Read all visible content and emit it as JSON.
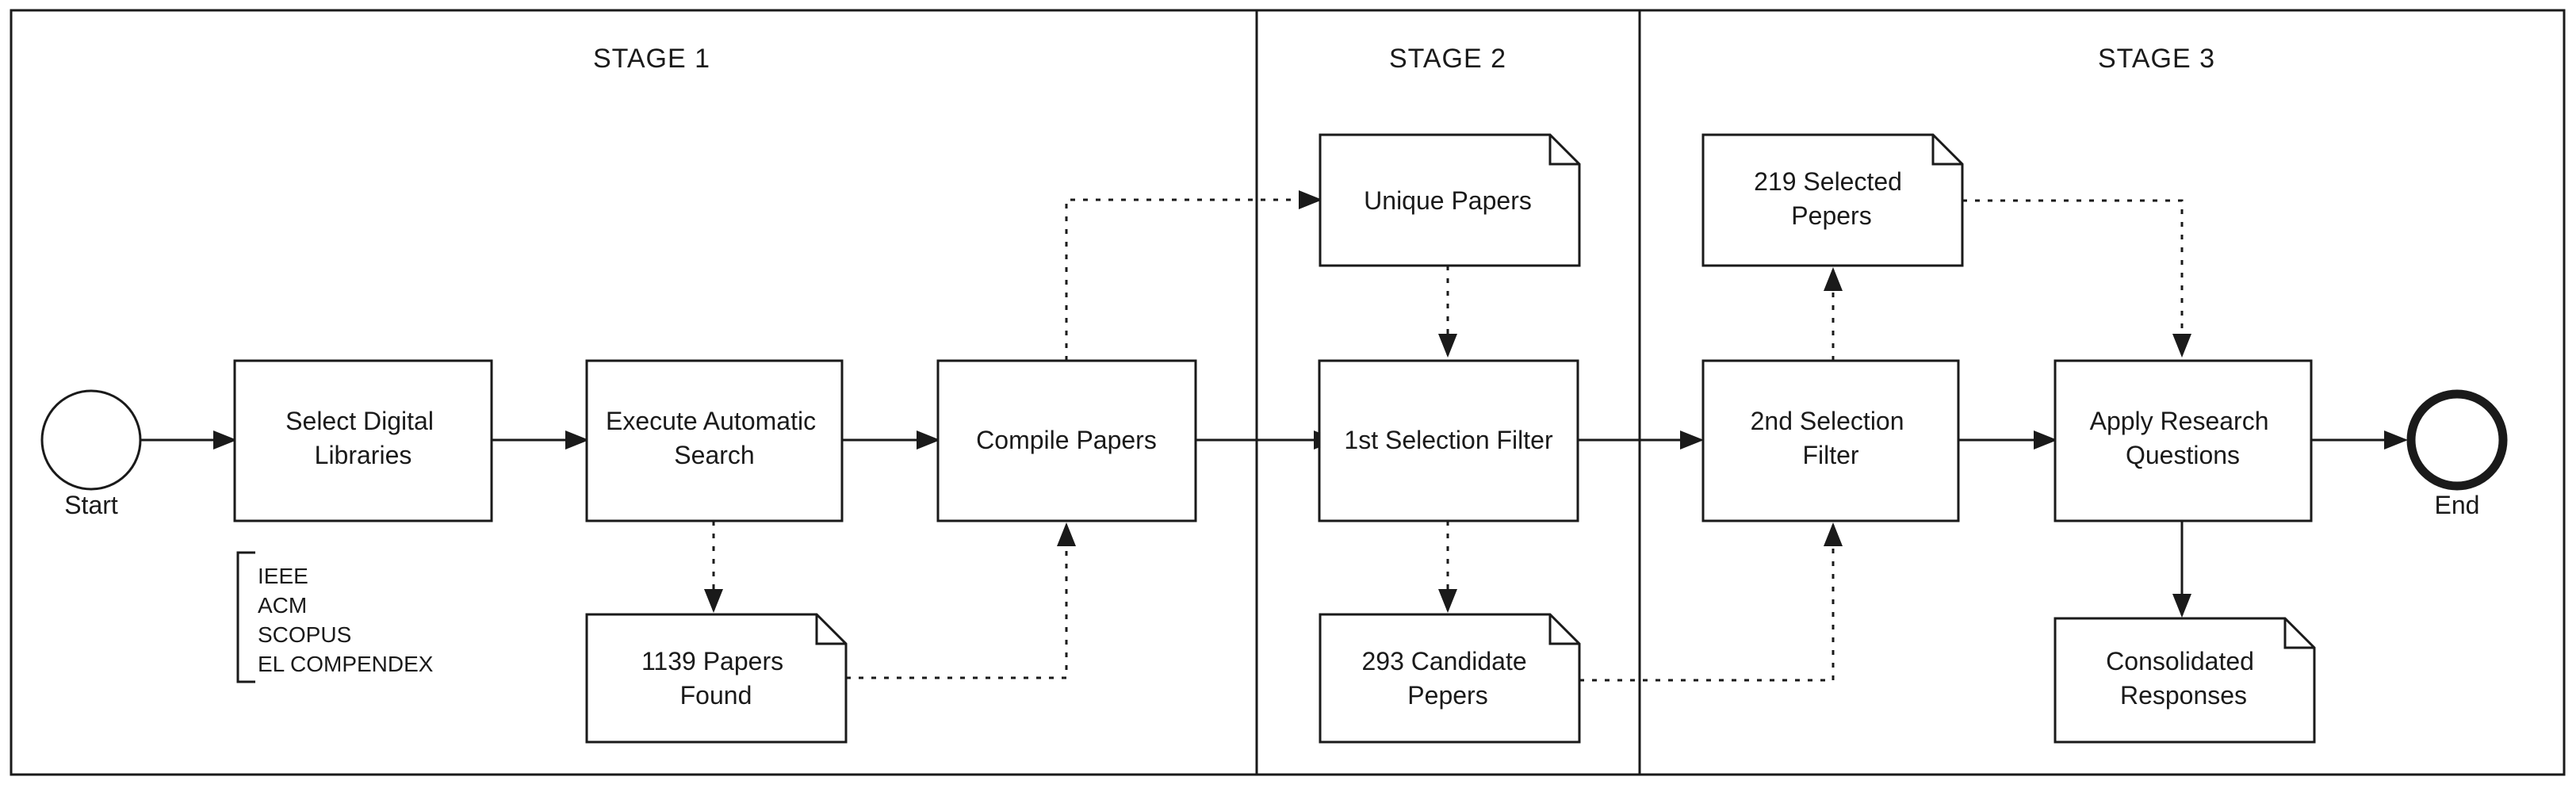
{
  "stages": [
    {
      "id": "stage1",
      "title": "STAGE 1"
    },
    {
      "id": "stage2",
      "title": "STAGE 2"
    },
    {
      "id": "stage3",
      "title": "STAGE 3"
    }
  ],
  "events": {
    "start": {
      "label": "Start"
    },
    "end": {
      "label": "End"
    }
  },
  "tasks": [
    {
      "id": "select-libraries",
      "lines": [
        "Select Digital",
        "Libraries"
      ]
    },
    {
      "id": "execute-search",
      "lines": [
        "Execute Automatic",
        "Search"
      ]
    },
    {
      "id": "compile-papers",
      "lines": [
        "Compile Papers"
      ]
    },
    {
      "id": "first-filter",
      "lines": [
        "1st Selection Filter"
      ]
    },
    {
      "id": "second-filter",
      "lines": [
        "2nd Selection",
        "Filter"
      ]
    },
    {
      "id": "apply-questions",
      "lines": [
        "Apply Research",
        "Questions"
      ]
    }
  ],
  "documents": [
    {
      "id": "papers-found",
      "lines": [
        "1139 Papers",
        "Found"
      ]
    },
    {
      "id": "unique-papers",
      "lines": [
        "Unique Papers"
      ]
    },
    {
      "id": "candidate-papers",
      "lines": [
        "293 Candidate",
        "Pepers"
      ]
    },
    {
      "id": "selected-papers",
      "lines": [
        "219 Selected",
        "Pepers"
      ]
    },
    {
      "id": "consolidated-responses",
      "lines": [
        "Consolidated",
        "Responses"
      ]
    }
  ],
  "sources": {
    "items": [
      "IEEE",
      "ACM",
      "SCOPUS",
      "EL COMPENDEX"
    ]
  },
  "colors": {
    "line": "#1a1a1a",
    "background": "#ffffff"
  }
}
